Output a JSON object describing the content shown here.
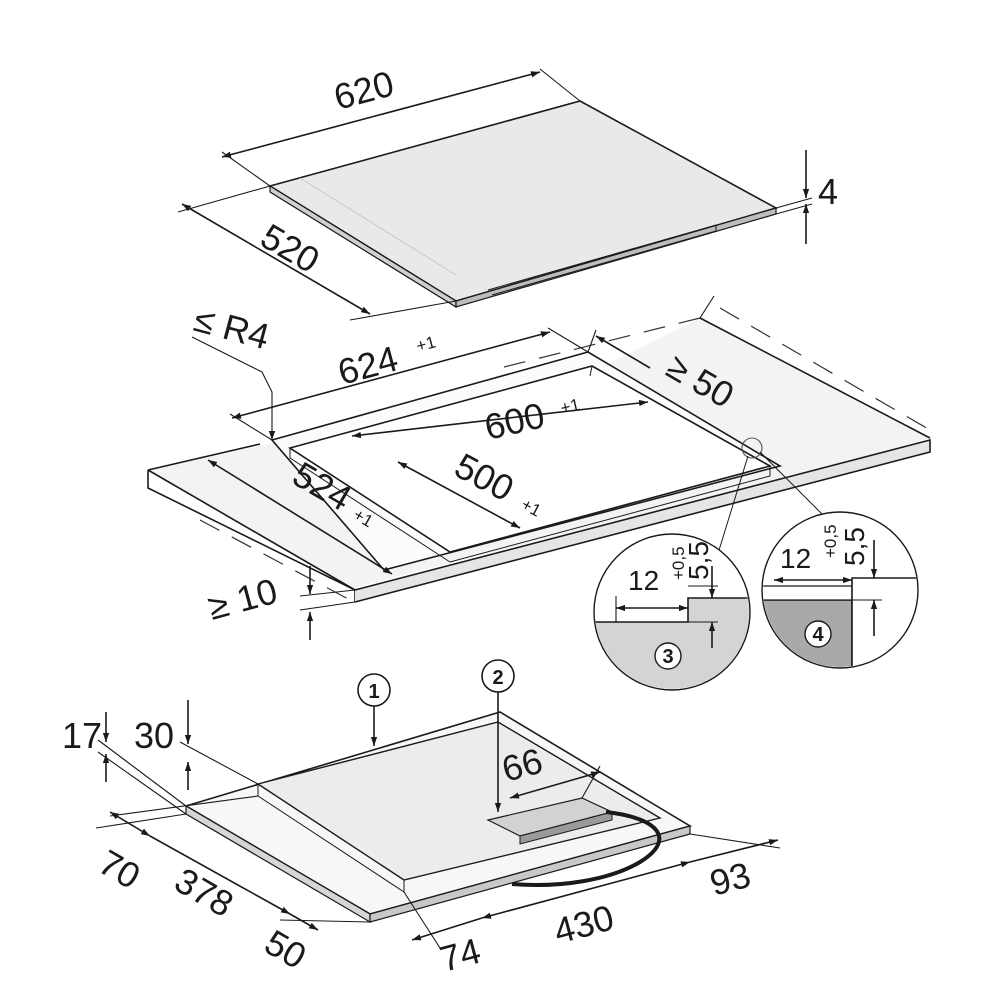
{
  "glass": {
    "width": "620",
    "depth": "520",
    "thickness": "4"
  },
  "cutout": {
    "corner_radius": "≤ R4",
    "outer_width": "624",
    "outer_width_tol": "+1",
    "inner_width": "600",
    "inner_width_tol": "+1",
    "inner_depth": "500",
    "inner_depth_tol": "+1",
    "outer_depth": "524",
    "outer_depth_tol": "+1",
    "back_clearance": "≥ 50",
    "worktop_thickness": "≥ 10"
  },
  "detail3": {
    "rebate_width": "12",
    "rebate_width_tol": "+0,5",
    "rebate_depth": "5,5",
    "callout": "3"
  },
  "detail4": {
    "rebate_width": "12",
    "rebate_width_tol": "+0,5",
    "rebate_depth": "5,5",
    "callout": "4"
  },
  "underside": {
    "callout_1": "1",
    "callout_2": "2",
    "d17": "17",
    "d30": "30",
    "d66": "66",
    "d70": "70",
    "d378": "378",
    "d50": "50",
    "d74": "74",
    "d430": "430",
    "d93": "93"
  },
  "colors": {
    "glass_fill": "#ebebeb",
    "worktop_fill": "#f2f2f2",
    "detail4_fill": "#a9a9a9",
    "line": "#1a1a1a"
  }
}
